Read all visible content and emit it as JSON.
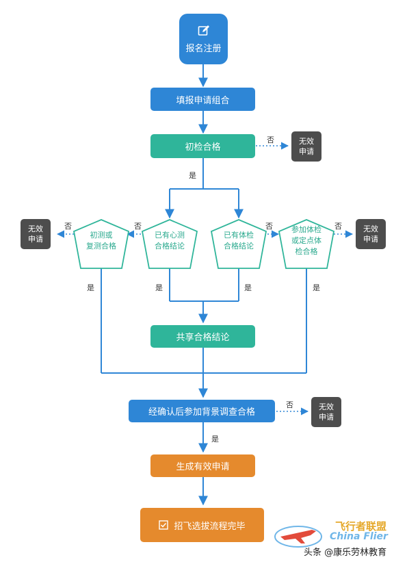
{
  "start": {
    "label": "报名注册",
    "icon": "edit-icon"
  },
  "steps": {
    "fill": "填报申请组合",
    "initial": "初检合格",
    "shared": "共享合格结论",
    "confirm": "经确认后参加背景调查合格",
    "generate": "生成有效申请",
    "finish": "招飞选拔流程完毕"
  },
  "finish_icon": "checkbox-icon",
  "pentagons": {
    "p1": "初测或\n复测合格",
    "p2": "已有心测\n合格结论",
    "p3": "已有体检\n合格结论",
    "p4": "参加体检\n或定点体\n检合格"
  },
  "invalid": {
    "line1": "无效",
    "line2": "申请"
  },
  "yes": "是",
  "no": "否",
  "colors": {
    "blue": "#2e86d6",
    "teal": "#2fb59a",
    "orange": "#e58a2d",
    "gray": "#4d4d4d",
    "line": "#2e86d6"
  },
  "watermark": {
    "logo_cn": "飞行者联盟",
    "logo_en": "China Flier",
    "credit": "头条 @康乐劳林教育"
  }
}
